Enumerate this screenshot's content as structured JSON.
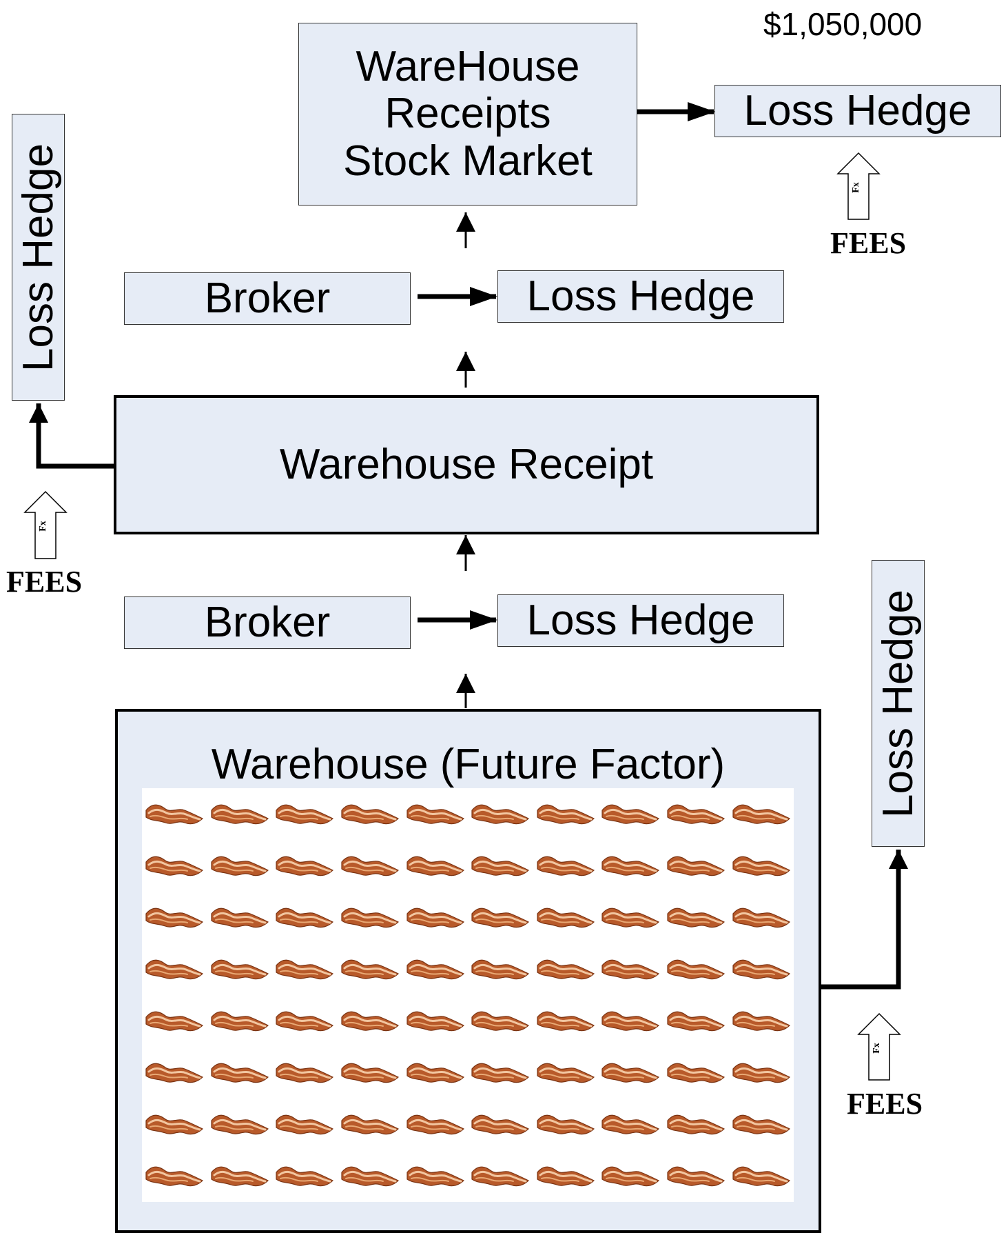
{
  "price": "$1,050,000",
  "nodes": {
    "stock_market": [
      "WareHouse",
      "Receipts",
      "Stock Market"
    ],
    "loss_hedge_top": "Loss Hedge",
    "broker_upper": "Broker",
    "loss_hedge_upper": "Loss Hedge",
    "loss_hedge_left": "Loss Hedge",
    "warehouse_receipt": "Warehouse Receipt",
    "broker_lower": "Broker",
    "loss_hedge_lower": "Loss Hedge",
    "warehouse": "Warehouse (Future Factor)",
    "loss_hedge_right": "Loss Hedge"
  },
  "fees": {
    "label": "FEES",
    "arrow_label": "Fx"
  },
  "inventory": {
    "item_icon": "bacon-icon",
    "rows": 8,
    "columns": 10
  },
  "colors": {
    "box_fill": "#e6ecf6",
    "bacon": "#b85a2a"
  }
}
